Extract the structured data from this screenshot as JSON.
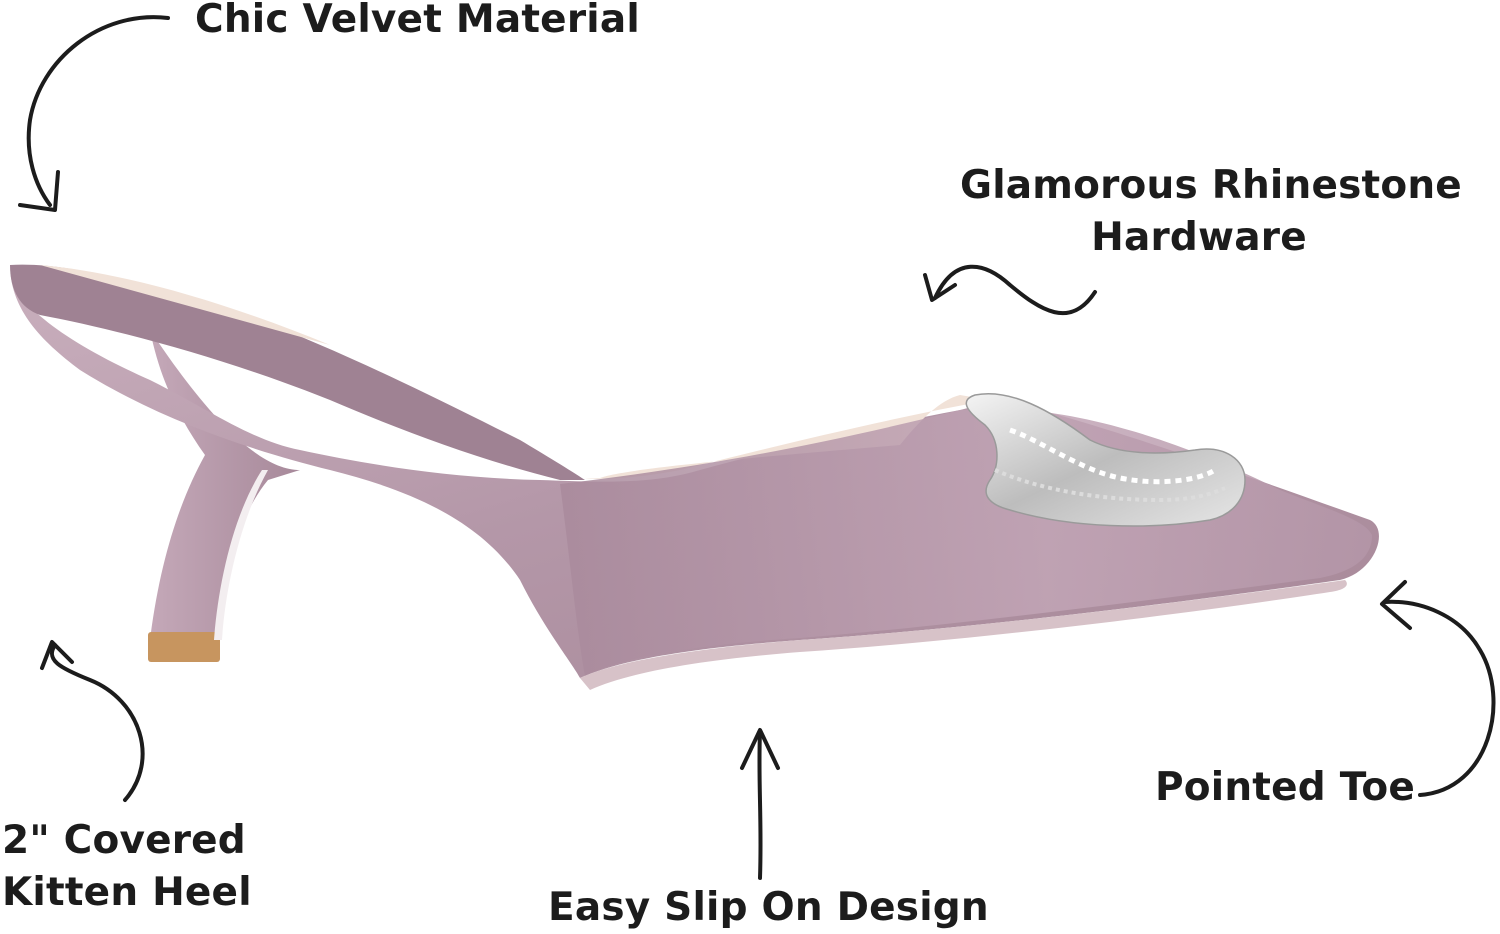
{
  "image": {
    "description_kind": "product-feature-callout",
    "background": "#ffffff",
    "product_color": "#b89aaa",
    "labels": {
      "velvet": "Chic Velvet Material",
      "rhinestone_line1": "Glamorous Rhinestone",
      "rhinestone_line2": "Hardware",
      "toe": "Pointed Toe",
      "heel_line1": "2\" Covered",
      "heel_line2": "Kitten Heel",
      "slip": "Easy Slip On Design"
    }
  }
}
